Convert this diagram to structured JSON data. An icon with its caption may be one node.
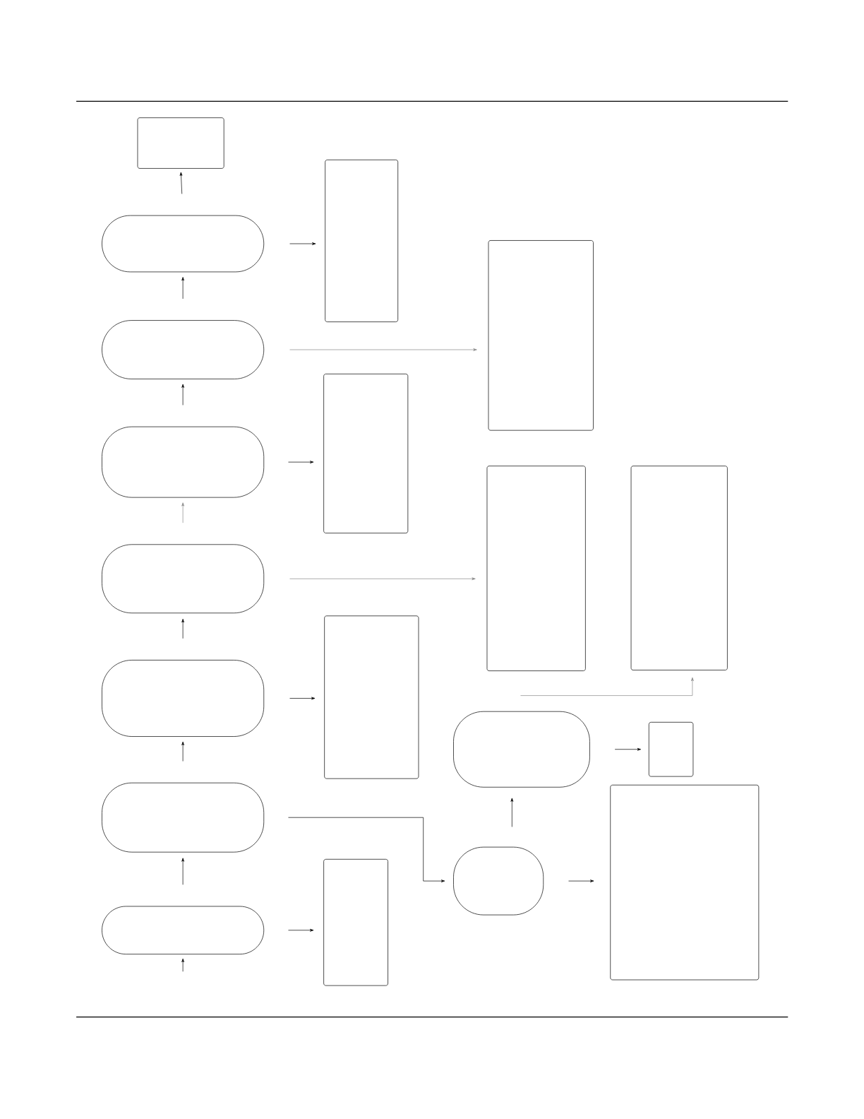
{
  "diagram": {
    "nodes": [
      {
        "text": [],
        "shape": "box"
      },
      {
        "text": [],
        "shape": "stadium"
      },
      {
        "text": [],
        "shape": "stadium"
      },
      {
        "text": [],
        "shape": "stadium"
      },
      {
        "text": [],
        "shape": "stadium"
      },
      {
        "text": [],
        "shape": "stadium"
      },
      {
        "text": [],
        "shape": "stadium"
      },
      {
        "text": [],
        "shape": "stadium"
      },
      {
        "text": [],
        "shape": "box"
      },
      {
        "text": [],
        "shape": "box"
      },
      {
        "text": [],
        "shape": "box"
      },
      {
        "text": [],
        "shape": "box"
      },
      {
        "text": [],
        "shape": "box"
      },
      {
        "text": [],
        "shape": "box"
      },
      {
        "text": [],
        "shape": "box"
      },
      {
        "text": [],
        "shape": "stadium"
      },
      {
        "text": [],
        "shape": "box"
      },
      {
        "text": [],
        "shape": "stadium"
      },
      {
        "text": [],
        "shape": "box"
      }
    ],
    "edges": [
      {
        "from": 1,
        "to": 0,
        "arrow": "to"
      },
      {
        "from": 2,
        "to": 1,
        "arrow": "to"
      },
      {
        "from": 3,
        "to": 2,
        "arrow": "to"
      },
      {
        "from": 4,
        "to": 3,
        "arrow": "to",
        "color": "#888888"
      },
      {
        "from": 5,
        "to": 4,
        "arrow": "to"
      },
      {
        "from": 6,
        "to": 5,
        "arrow": "to"
      },
      {
        "from": 7,
        "to": 6,
        "arrow": "to"
      },
      {
        "from": null,
        "to": 7,
        "arrow": "to"
      },
      {
        "from": 1,
        "to": 8,
        "arrow": "to"
      },
      {
        "from": 2,
        "to": 12,
        "arrow": "to",
        "color": "#888888"
      },
      {
        "from": 3,
        "to": 9,
        "arrow": "to"
      },
      {
        "from": 4,
        "to": 13,
        "arrow": "to",
        "color": "#888888"
      },
      {
        "from": 5,
        "to": 10,
        "arrow": "to"
      },
      {
        "from": 6,
        "to": 17,
        "arrow": "to"
      },
      {
        "from": 7,
        "to": 11,
        "arrow": "to"
      },
      {
        "from": 15,
        "to": 14,
        "arrow": "to",
        "color": "#888888"
      },
      {
        "from": 17,
        "to": 15,
        "arrow": "to"
      },
      {
        "from": 15,
        "to": 16,
        "arrow": "to"
      },
      {
        "from": 17,
        "to": 18,
        "arrow": "to"
      }
    ]
  }
}
